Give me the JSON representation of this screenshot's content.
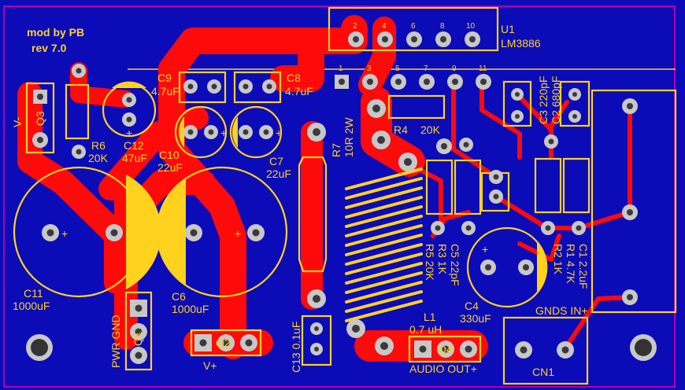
{
  "board": {
    "background": "#0B0BB8",
    "copper": "#FF0A0A",
    "silkscreen": "#FFD21E",
    "edge": "#B000B0",
    "pad": "#C8C8C8"
  },
  "header": {
    "line1": "mod by PB",
    "line2": "rev 7.0"
  },
  "ic": {
    "ref": "U1",
    "part": "LM3886",
    "pins_top": [
      "2",
      "4",
      "6",
      "8",
      "10"
    ],
    "pins_bottom": [
      "1",
      "3",
      "5",
      "7",
      "9",
      "11"
    ]
  },
  "components": {
    "q3": "Q3",
    "v_minus": "V-",
    "r6_ref": "R6",
    "r6_val": "20K",
    "c12_ref": "C12",
    "c12_val": "47uF",
    "c9_ref": "C9",
    "c9_val": "4.7uF",
    "c8_ref": "C8",
    "c8_val": "4.7uF",
    "c10_ref": "C10",
    "c10_val": "22uF",
    "c7_ref": "C7",
    "c7_val": "22uF",
    "r7_ref": "R7",
    "r7_val": "10R 2W",
    "r4_ref": "R4",
    "r4_val": "20K",
    "c3_label": "C3 220pF",
    "c2_label": "C2 680pF",
    "c11_ref": "C11",
    "c11_val": "1000uF",
    "c6_ref": "C6",
    "c6_val": "1000uF",
    "q1": "Q1",
    "pwr_gnd": "PWR GND",
    "q2": "Q2",
    "v_plus": "V+",
    "c13_label": "C13 0.1uF",
    "l1_ref": "L1",
    "l1_val": "0.7 uH",
    "q4": "Q4",
    "audio_out": "AUDIO OUT+",
    "r5_label": "R5 20K",
    "r3_label": "R3 1K",
    "c5_label": "C5 22pF",
    "r2_label": "R2 1K",
    "r1_label": "R1 4.7K",
    "c1_label": "C1 2.2uF",
    "c4_ref": "C4",
    "c4_val": "330uF",
    "gnds_in": "GNDS IN+",
    "cn1": "CN1",
    "plus": "+"
  }
}
